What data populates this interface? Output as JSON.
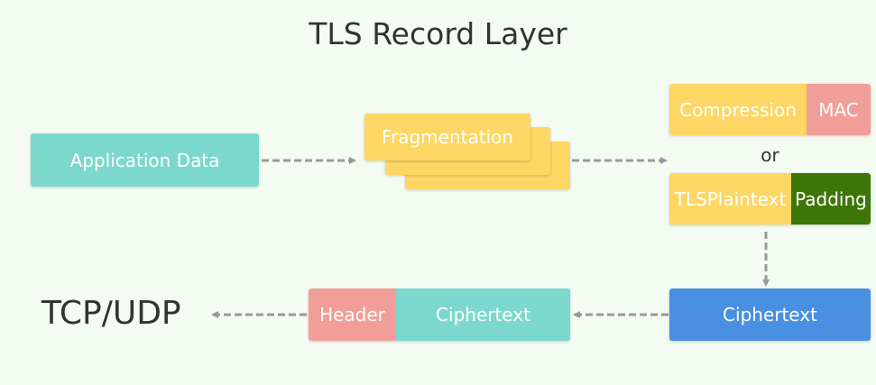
{
  "title": "TLS Record Layer",
  "nodes": {
    "application_data": "Application Data",
    "fragmentation": "Fragmentation",
    "compression": "Compression",
    "mac": "MAC",
    "or": "or",
    "tlsplaintext": "TLSPlaintext",
    "padding": "Padding",
    "ciphertext_right": "Ciphertext",
    "header": "Header",
    "ciphertext_left": "Ciphertext",
    "tcp_udp": "TCP/UDP"
  },
  "colors": {
    "background": "#f3fbf3",
    "teal": "#7cd8cd",
    "yellow": "#fdd663",
    "pink": "#f29e98",
    "green": "#3e7508",
    "blue": "#4a90e2",
    "arrow": "#999999"
  }
}
